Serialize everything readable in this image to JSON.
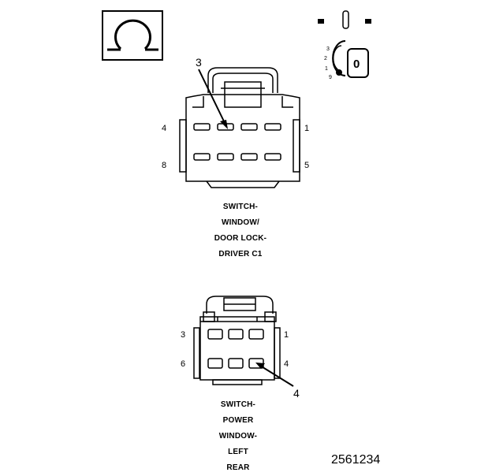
{
  "connector_c1": {
    "pins": {
      "top_left": "4",
      "top_right": "1",
      "bottom_left": "8",
      "bottom_right": "5"
    },
    "callout": "3",
    "caption": [
      "SWITCH-",
      "WINDOW/",
      "DOOR LOCK-",
      "DRIVER C1"
    ]
  },
  "connector_rear": {
    "pins": {
      "top_left": "3",
      "top_right": "1",
      "bottom_left": "6",
      "bottom_right": "4"
    },
    "callout": "4",
    "caption": [
      "SWITCH-",
      "POWER",
      "WINDOW-",
      "LEFT",
      "REAR"
    ]
  },
  "key_legend": {
    "positions": [
      "3",
      "2",
      "1",
      "9"
    ],
    "letter": "0"
  },
  "figure_number": "2561234",
  "icons": [
    "omega-symbol-icon",
    "key-ring-icon"
  ]
}
